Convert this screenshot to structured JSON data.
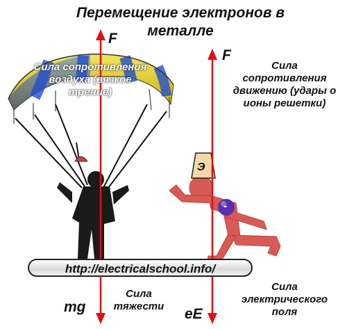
{
  "title": "Перемещение электронов в металле",
  "labels": {
    "f_left": "F",
    "f_right": "F",
    "mg": "mg",
    "ee": "eE",
    "air_resistance": "Сила сопротивления воздуха (вязкое трение)",
    "motion_resistance": "Сила сопротивления движению (удары о ионы решетки)",
    "gravity": "Сила тяжести",
    "electric_force": "Сила электрического поля",
    "weight_mark": "Э",
    "electron_mark": "-",
    "url": "http://electricalschool.info/"
  },
  "colors": {
    "arrow": "#dd1111",
    "runner": "#d95a54",
    "electron": "#5b2db0",
    "canopy_yellow": "#e8d21a",
    "canopy_blue": "#1f4fd0"
  }
}
